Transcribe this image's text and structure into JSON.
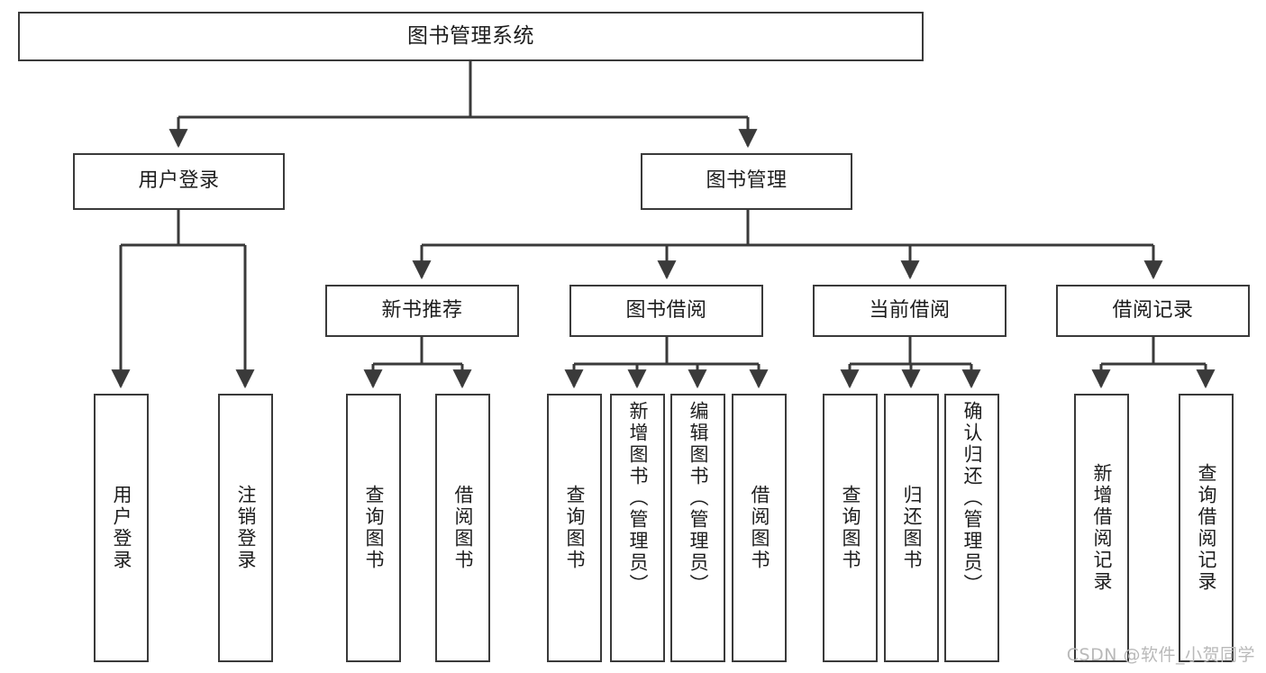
{
  "diagram": {
    "title": "图书管理系统",
    "type": "tree",
    "watermark": "CSDN @软件_小贺同学",
    "colors": {
      "stroke": "#3a3a3a",
      "fill": "#ffffff",
      "text": "#1d1d1d",
      "watermark": "#b9b9b9"
    },
    "nodes": {
      "root": {
        "label": "图书管理系统"
      },
      "level2": [
        {
          "id": "user-login",
          "label": "用户登录"
        },
        {
          "id": "book-manage",
          "label": "图书管理"
        }
      ],
      "level3": [
        {
          "id": "new-book-rec",
          "label": "新书推荐"
        },
        {
          "id": "book-borrow",
          "label": "图书借阅"
        },
        {
          "id": "current-borrow",
          "label": "当前借阅"
        },
        {
          "id": "borrow-record",
          "label": "借阅记录"
        }
      ],
      "leaves": [
        {
          "id": "leaf-user-login",
          "label": "用户登录"
        },
        {
          "id": "leaf-user-logout",
          "label": "注销登录"
        },
        {
          "id": "leaf-query-book-1",
          "label": "查询图书"
        },
        {
          "id": "leaf-borrow-book-1",
          "label": "借阅图书"
        },
        {
          "id": "leaf-query-book-2",
          "label": "查询图书"
        },
        {
          "id": "leaf-add-book",
          "label": "新增图书（管理员）"
        },
        {
          "id": "leaf-edit-book",
          "label": "编辑图书（管理员）"
        },
        {
          "id": "leaf-borrow-book-2",
          "label": "借阅图书"
        },
        {
          "id": "leaf-query-book-3",
          "label": "查询图书"
        },
        {
          "id": "leaf-return-book",
          "label": "归还图书"
        },
        {
          "id": "leaf-confirm-return",
          "label": "确认归还（管理员）"
        },
        {
          "id": "leaf-add-record",
          "label": "新增借阅记录"
        },
        {
          "id": "leaf-query-record",
          "label": "查询借阅记录"
        }
      ]
    }
  }
}
